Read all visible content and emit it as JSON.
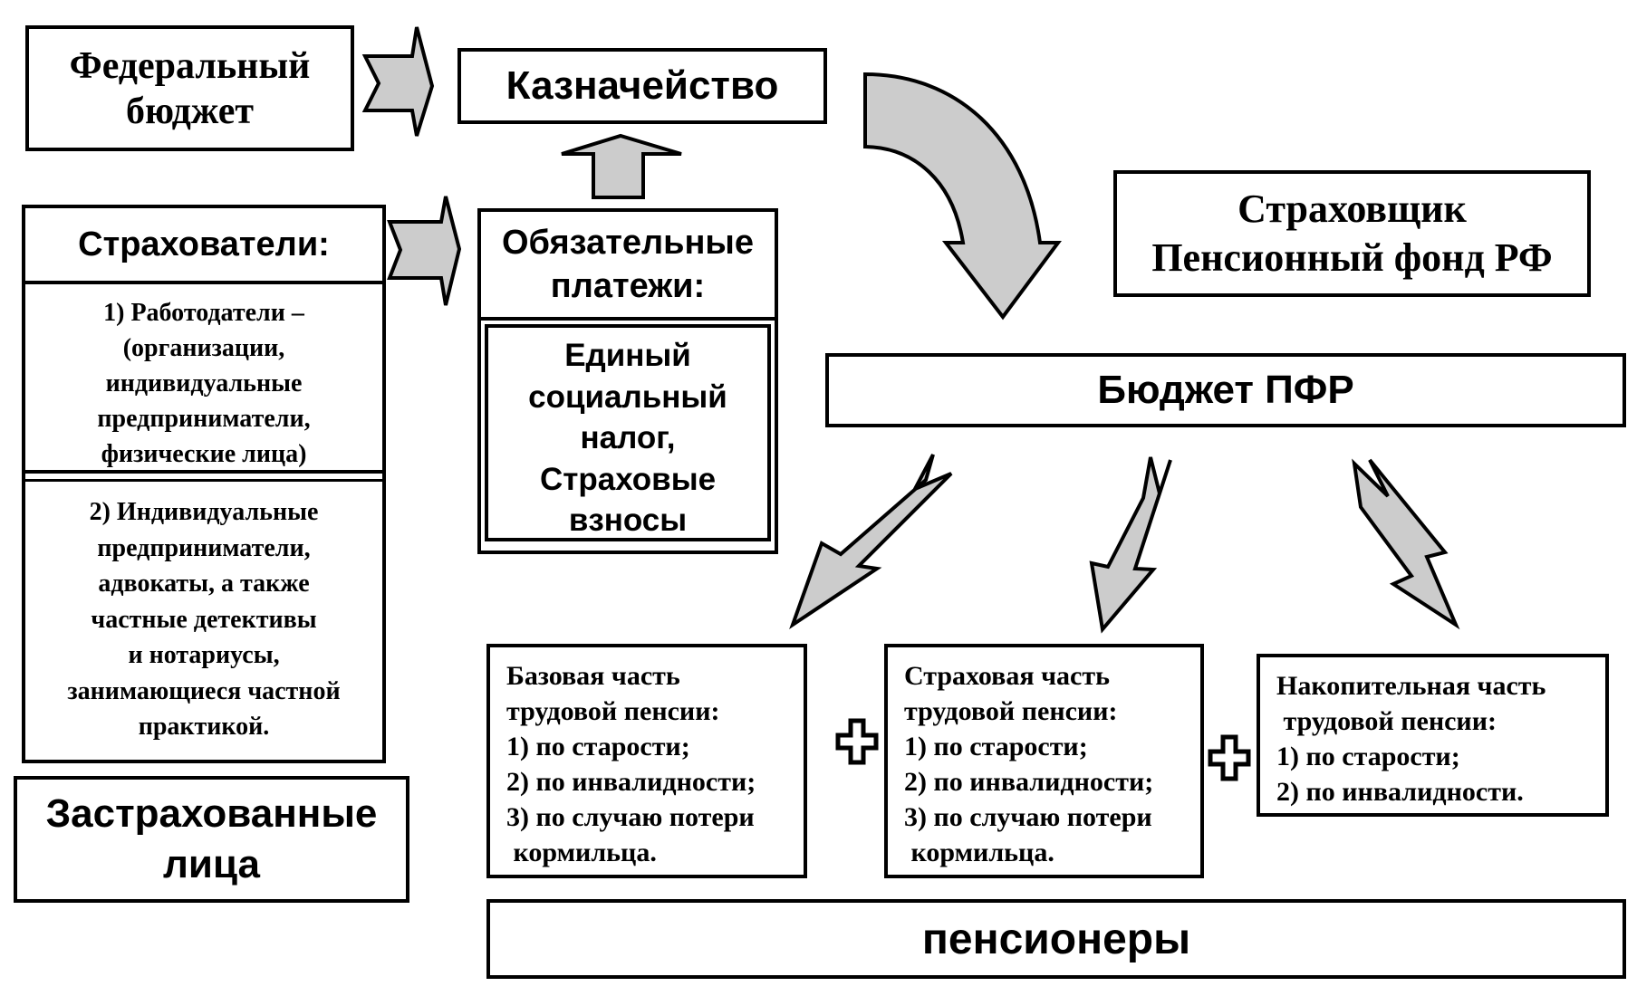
{
  "federal_budget": [
    "Федеральный",
    "бюджет"
  ],
  "treasury": "Казначейство",
  "insurers": {
    "title": "Страхователи:",
    "group1": [
      "1)    Работодатели –",
      "(организации,",
      "индивидуальные",
      "предприниматели,",
      "физические лица)"
    ],
    "group2": [
      "2) Индивидуальные",
      "предприниматели,",
      "адвокаты, а также",
      "частные детективы",
      "и нотариусы,",
      "занимающиеся частной",
      "практикой."
    ]
  },
  "insured": [
    "Застрахованные",
    "лица"
  ],
  "payments": {
    "title": [
      "Обязательные",
      "платежи:"
    ],
    "body": [
      "Единый",
      "социальный",
      "налог,",
      "Страховые",
      "взносы"
    ]
  },
  "insurer_pfr": [
    "Страховщик",
    "Пенсионный фонд РФ"
  ],
  "pfr_budget": "Бюджет ПФР",
  "pension_parts": [
    {
      "lines": [
        "Базовая часть",
        "трудовой пенсии:",
        "1) по старости;",
        "2) по инвалидности;",
        "3) по случаю потери",
        " кормильца."
      ]
    },
    {
      "lines": [
        "Страховая часть",
        "трудовой пенсии:",
        "1) по старости;",
        "2) по инвалидности;",
        "3) по случаю потери",
        " кормильца."
      ]
    },
    {
      "lines": [
        "Накопительная часть",
        " трудовой пенсии:",
        "1) по старости;",
        "2) по инвалидности."
      ]
    }
  ],
  "pensioners": "пенсионеры",
  "colors": {
    "arrow_fill": "#cccccc",
    "stroke": "#000000"
  }
}
